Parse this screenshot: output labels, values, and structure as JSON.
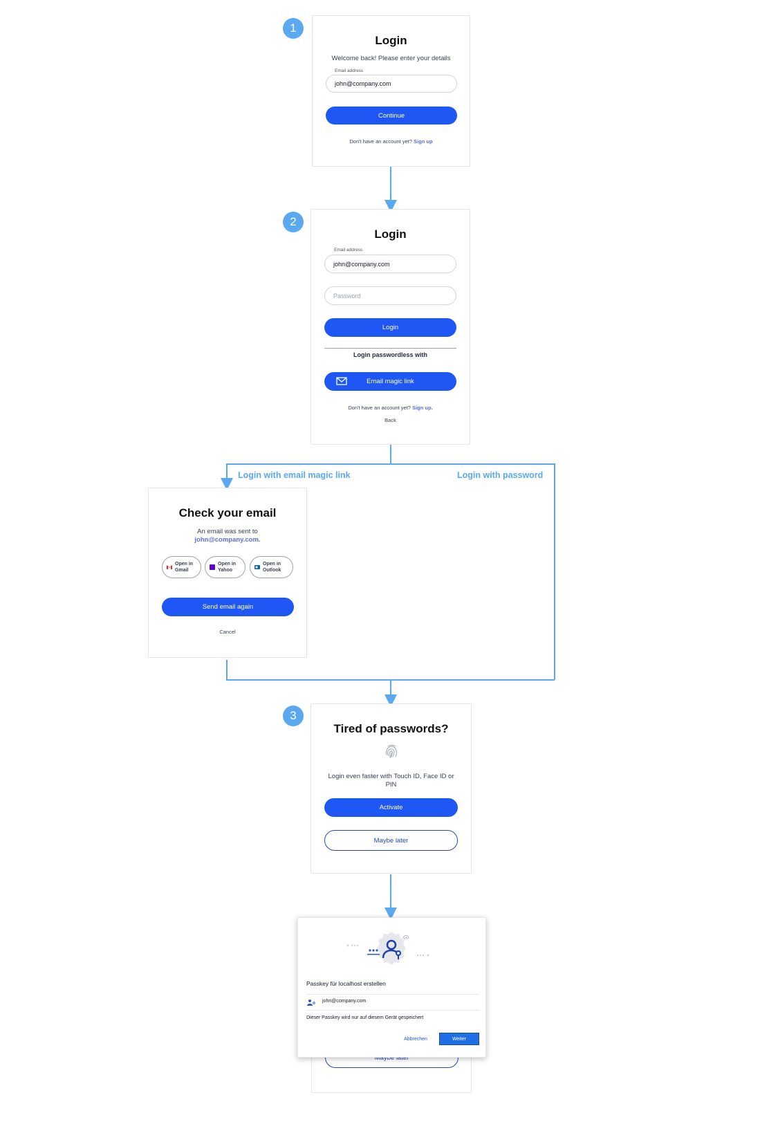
{
  "colors": {
    "primary": "#1f57f5",
    "connector": "#5aa9f0",
    "link": "#5b6fd9",
    "outline": "#2446b8"
  },
  "steps": [
    "1",
    "2",
    "3"
  ],
  "card1": {
    "title": "Login",
    "subtitle": "Welcome back! Please enter your details",
    "email_label": "Email address",
    "email_value": "john@company.com",
    "continue_label": "Continue",
    "signup_prompt": "Don't have an account yet?",
    "signup_link": "Sign up"
  },
  "card2": {
    "title": "Login",
    "email_label": "Email address",
    "email_value": "john@company.com",
    "password_placeholder": "Password",
    "login_label": "Login",
    "passwordless_heading": "Login passwordless with",
    "magic_link_label": "Email magic link",
    "magic_link_icon": "envelope-icon",
    "signup_prompt": "Don't have an account yet?",
    "signup_link": "Sign up.",
    "back_label": "Back"
  },
  "branches": {
    "magic_link": "Login with email magic link",
    "password": "Login with password"
  },
  "card_check": {
    "title": "Check your email",
    "line1": "An email was sent to",
    "email": "john@company.com.",
    "open_gmail": [
      "Open in",
      "Gmail"
    ],
    "open_yahoo": [
      "Open in",
      "Yahoo"
    ],
    "open_outlook": [
      "Open in",
      "Outlook"
    ],
    "send_again_label": "Send email again",
    "cancel_label": "Cancel"
  },
  "card3": {
    "title": "Tired of passwords?",
    "fingerprint_icon": "fingerprint-icon",
    "description": "Login even faster with Touch ID, Face ID or PIN",
    "activate_label": "Activate",
    "maybe_later_label": "Maybe later"
  },
  "card4_behind": {
    "maybe_later_label": "Maybe later"
  },
  "passkey_dialog": {
    "illustration_icon": "passkey-person-icon",
    "title": "Passkey für localhost erstellen",
    "user_icon": "user-key-icon",
    "account": "john@company.com",
    "note": "Dieser Passkey wird nur auf diesem Gerät gespeichert",
    "cancel_label": "Abbrechen",
    "next_label": "Weiter"
  }
}
